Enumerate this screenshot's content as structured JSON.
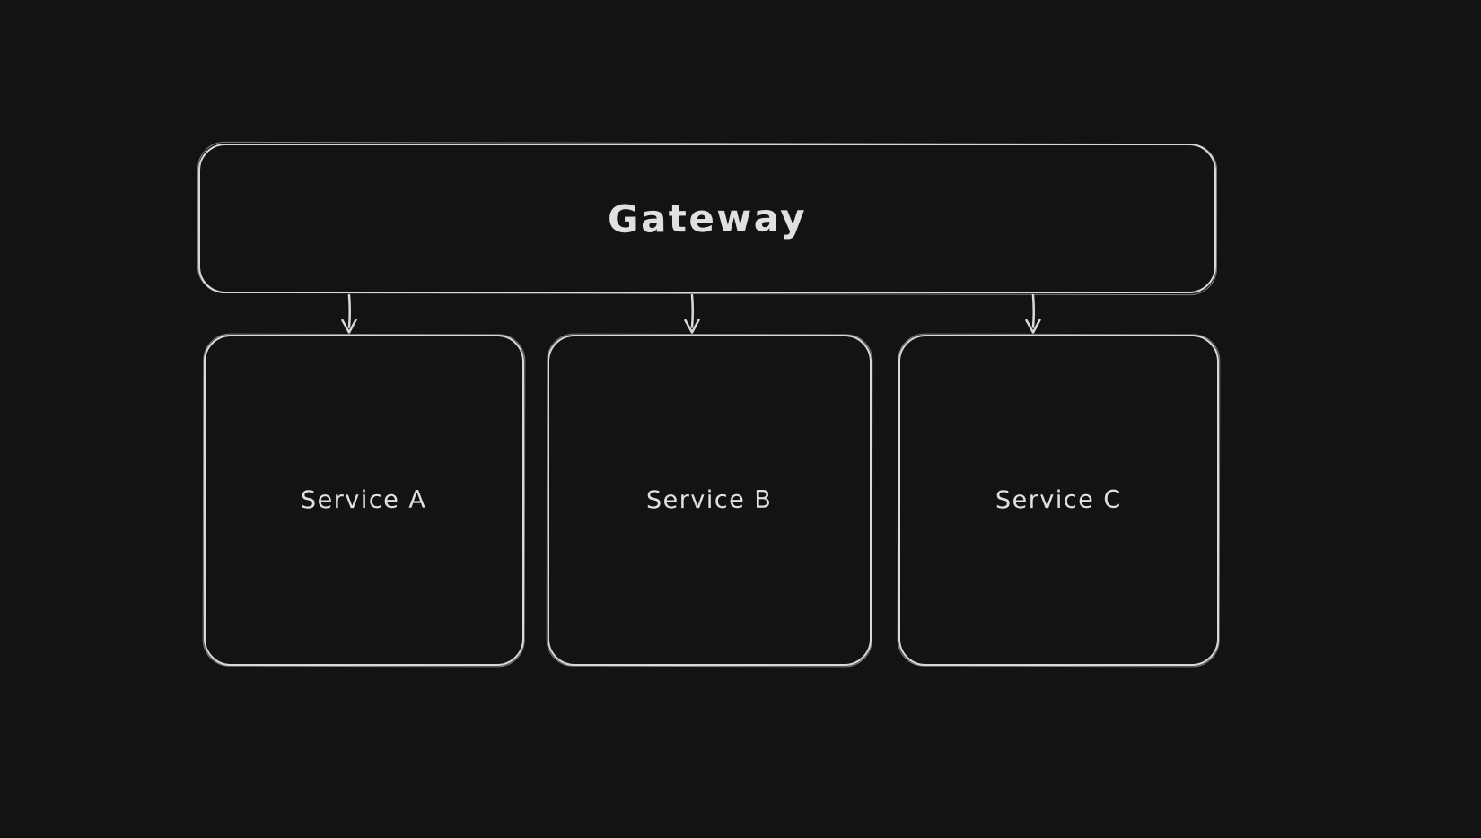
{
  "theme": {
    "background": "#131313",
    "stroke": "#d9d9d9",
    "text": "#e0e0e0"
  },
  "diagram": {
    "nodes": [
      {
        "id": "gateway",
        "label": "Gateway",
        "shape": "rectangle"
      },
      {
        "id": "service-a",
        "label": "Service A",
        "shape": "rectangle"
      },
      {
        "id": "service-b",
        "label": "Service B",
        "shape": "rectangle"
      },
      {
        "id": "service-c",
        "label": "Service C",
        "shape": "rectangle"
      }
    ],
    "edges": [
      {
        "from": "gateway",
        "to": "service-a",
        "style": "arrow-down"
      },
      {
        "from": "gateway",
        "to": "service-b",
        "style": "arrow-down"
      },
      {
        "from": "gateway",
        "to": "service-c",
        "style": "arrow-down"
      }
    ]
  }
}
